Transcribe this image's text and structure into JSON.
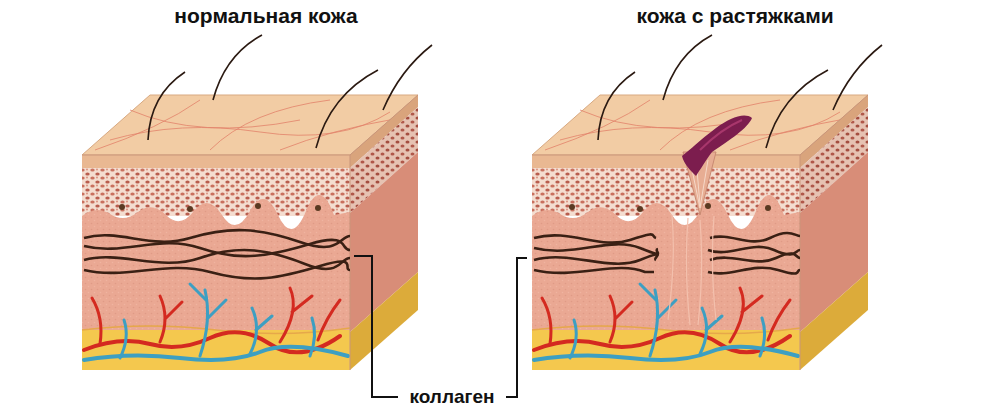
{
  "diagram": {
    "labels": [
      "нормальная кожа",
      "кожа с растяжками",
      "коллаген"
    ]
  }
}
